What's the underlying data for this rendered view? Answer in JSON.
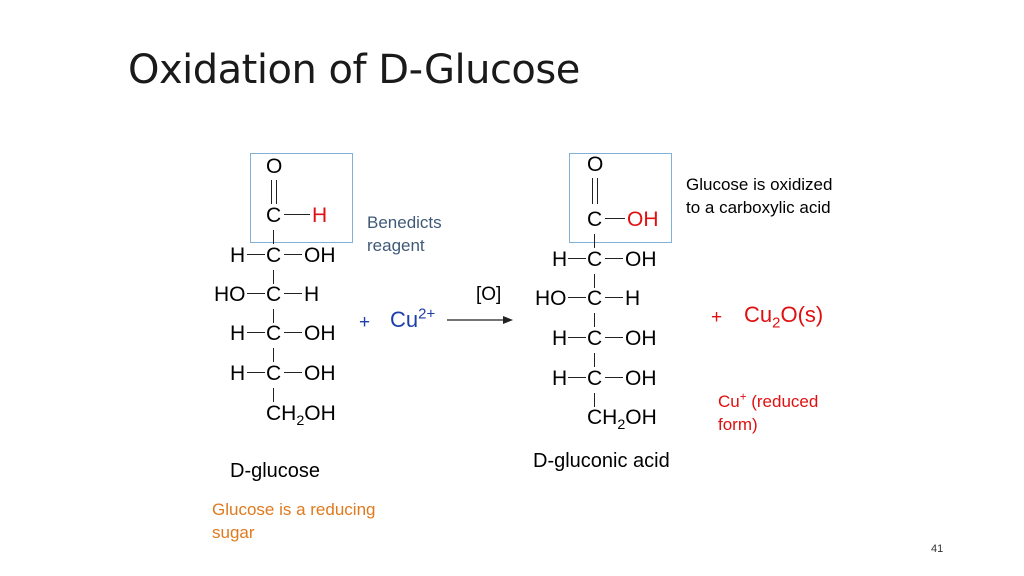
{
  "title": "Oxidation of D-Glucose",
  "glucose": {
    "o": "O",
    "c1": "C",
    "h_aldehyde": "H",
    "row2": {
      "left": "H",
      "c": "C",
      "right": "OH"
    },
    "row3": {
      "left": "HO",
      "c": "C",
      "right": "H"
    },
    "row4": {
      "left": "H",
      "c": "C",
      "right": "OH"
    },
    "row5": {
      "left": "H",
      "c": "C",
      "right": "OH"
    },
    "ch2oh": {
      "a": "CH",
      "sub": "2",
      "b": "OH"
    },
    "name": "D-glucose"
  },
  "reagent_note": {
    "line1": "Benedicts",
    "line2": "reagent"
  },
  "reactant_plus": "+",
  "copper_ion": {
    "base": "Cu",
    "sup": "2+"
  },
  "oxidant_label": "[O]",
  "gluconic": {
    "o": "O",
    "c1": "C",
    "oh_acid": "OH",
    "row2": {
      "left": "H",
      "c": "C",
      "right": "OH"
    },
    "row3": {
      "left": "HO",
      "c": "C",
      "right": "H"
    },
    "row4": {
      "left": "H",
      "c": "C",
      "right": "OH"
    },
    "row5": {
      "left": "H",
      "c": "C",
      "right": "OH"
    },
    "ch2oh": {
      "a": "CH",
      "sub": "2",
      "b": "OH"
    },
    "name": "D-gluconic acid"
  },
  "oxidized_note": {
    "line1": "Glucose is oxidized",
    "line2": "to a carboxylic acid"
  },
  "product_plus": "+",
  "cu2o": {
    "a": "Cu",
    "sub": "2",
    "b": "O(s)"
  },
  "reduced_note": {
    "cu": "Cu",
    "sup": "+",
    "rest": " (reduced",
    "line2": "form)"
  },
  "reducing_note": {
    "line1": "Glucose is a reducing",
    "line2": "sugar"
  },
  "slide_number": "41",
  "colors": {
    "highlight_box": "#7fb2d6",
    "red": "#e01010",
    "blue": "#1c3ea8",
    "orange": "#e07a1f",
    "gray": "#3f5a78"
  }
}
